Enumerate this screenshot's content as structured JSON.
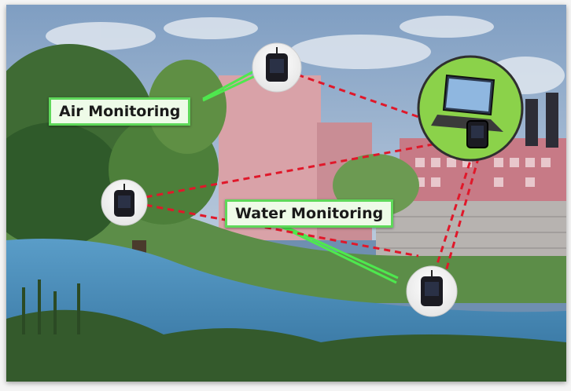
{
  "diagram": {
    "labels": {
      "air": "Air Monitoring",
      "water": "Water Monitoring"
    },
    "nodes": [
      {
        "id": "sensor-top",
        "icon": "monitor-device-icon"
      },
      {
        "id": "sensor-left",
        "icon": "monitor-device-icon"
      },
      {
        "id": "sensor-bottom",
        "icon": "monitor-device-icon"
      },
      {
        "id": "gateway",
        "icon": "laptop-gateway-icon"
      }
    ],
    "colors": {
      "link": "#e0182a",
      "label_border": "#5fd85a",
      "callout": "#4ee84e",
      "gateway_circle": "#8bd24a"
    }
  }
}
